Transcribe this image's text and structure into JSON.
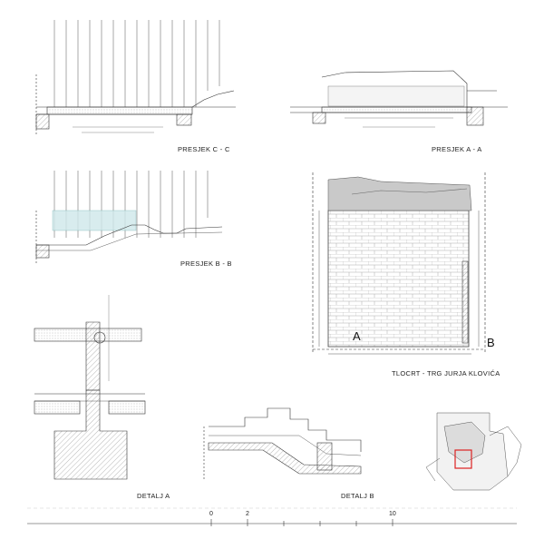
{
  "drawings": {
    "section_cc": "PRESJEK  C - C",
    "section_aa": "PRESJEK  A - A",
    "section_bb": "PRESJEK  B - B",
    "plan": "TLOCRT - TRG JURJA KLOVIĆA",
    "detail_a": "DETALJ A",
    "detail_b": "DETALJ B"
  },
  "markers": {
    "a": "A",
    "b": "B"
  },
  "scale_bar": {
    "labels": [
      "0",
      "2",
      "10"
    ]
  },
  "colors": {
    "line": "#333333",
    "glass": "#cfe8ea",
    "hatch": "#888888"
  }
}
